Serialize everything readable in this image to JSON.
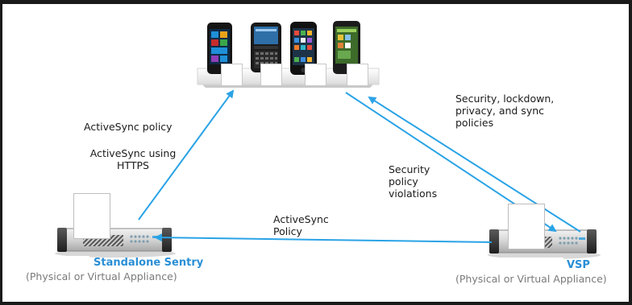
{
  "labels": {
    "activesync_policy": "ActiveSync policy",
    "activesync_https": "ActiveSync using HTTPS",
    "security_lockdown": "Security, lockdown, privacy, and sync policies",
    "security_violations": "Security policy violations",
    "activesync_policy_bottom": "ActiveSync Policy"
  },
  "nodes": {
    "sentry_name": "Standalone Sentry",
    "sentry_sub": "(Physical or Virtual Appliance)",
    "vsp_name": "VSP",
    "vsp_sub": "(Physical or Virtual Appliance)"
  },
  "colors": {
    "arrow": "#2aa3e6",
    "accent_text": "#2a8fd6",
    "frame": "#1a1a1a"
  },
  "icons": [
    "windows-phone-icon",
    "blackberry-phone-icon",
    "iphone-icon",
    "android-phone-icon",
    "server-appliance-icon"
  ]
}
